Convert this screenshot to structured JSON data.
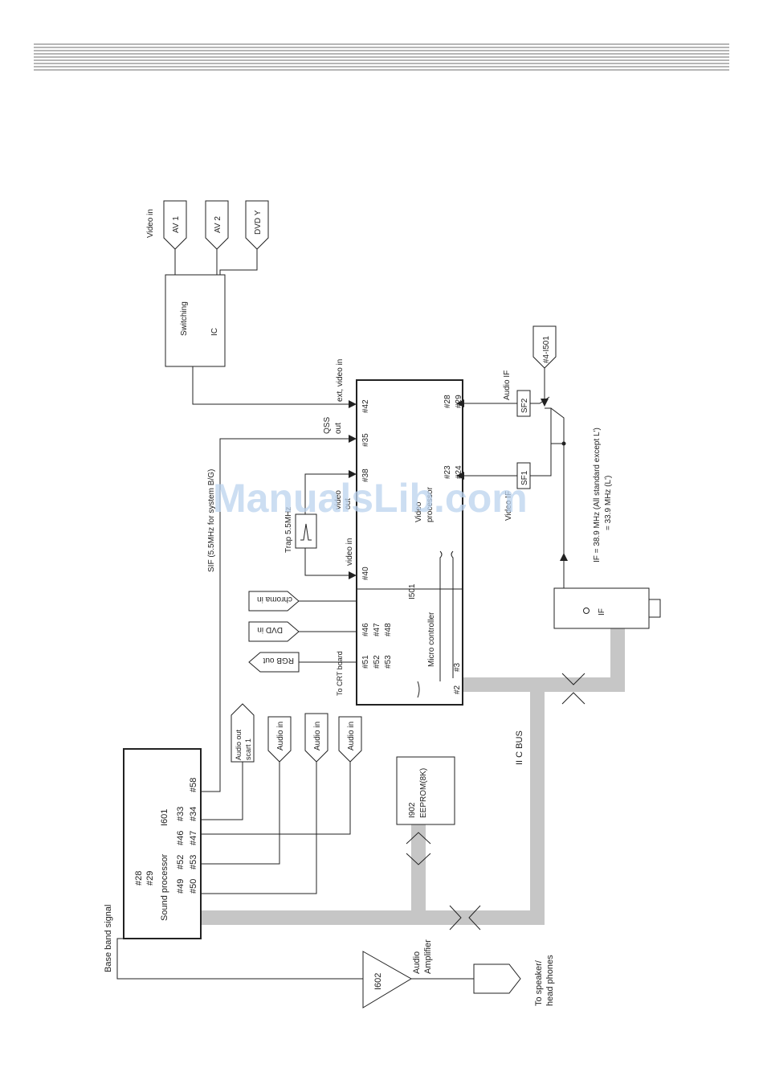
{
  "watermark": "ManualsLib.com",
  "labels": {
    "video_in": "Video in",
    "av1": "AV 1",
    "av2": "AV 2",
    "dvd_y": "DVD Y",
    "switching": "Switching",
    "ic": "IC",
    "ext_video_in": "ext, video in",
    "qss": "QSS",
    "out": "out",
    "p42": "#42",
    "p35": "#35",
    "p38": "#38",
    "p40": "#40",
    "p28": "#28",
    "p29": "#29",
    "p23": "#23",
    "p24": "#24",
    "p46": "#46",
    "p47": "#47",
    "p48": "#48",
    "p51": "#51",
    "p52": "#52",
    "p53": "#53",
    "p3": "#3",
    "p2": "#2",
    "video_out": "video",
    "video_out2": "out",
    "video_in_pin": "video in",
    "video_proc1": "Video",
    "video_proc2": "processor",
    "i501": "I501",
    "micro": "Micro controller",
    "trap": "Trap 5.5MHz",
    "sif": "SIF (5.5MHz for system B/G)",
    "chroma_in": "chroma in",
    "dvd_in": "DVD in",
    "rgb_out": "RGB out",
    "to_crt": "To CRT board",
    "audio_if": "Audio IF",
    "video_if": "Video IF",
    "sf1": "SF1",
    "sf2": "SF2",
    "ref_i501": "#4-I501",
    "if_note1": "IF = 38.9 MHz (All standard except L')",
    "if_note2": "= 33.9 MHz (L')",
    "if_box": "IF",
    "iic_bus": "II C BUS",
    "i902": "I902",
    "eeprom": "EEPROM(8K)",
    "audio_out1": "Audio out",
    "audio_out2": "scart 1",
    "audio_in": "Audio in",
    "sp_28": "#28",
    "sp_29": "#29",
    "sp_title": "Sound processor",
    "sp_49": "#49",
    "sp_50": "#50",
    "sp_52": "#52",
    "sp_53": "#53",
    "sp_46": "#46",
    "sp_47": "#47",
    "sp_33": "#33",
    "sp_34": "#34",
    "sp_58": "#58",
    "i601": "I601",
    "baseband": "Base band signal",
    "i602": "I602",
    "amp1": "Audio",
    "amp2": "Amplifier",
    "speaker1": "To speaker/",
    "speaker2": "head phones"
  },
  "colors": {
    "bus": "#c6c6c6",
    "line": "#222222",
    "header_rule": "#8a8a8a"
  }
}
